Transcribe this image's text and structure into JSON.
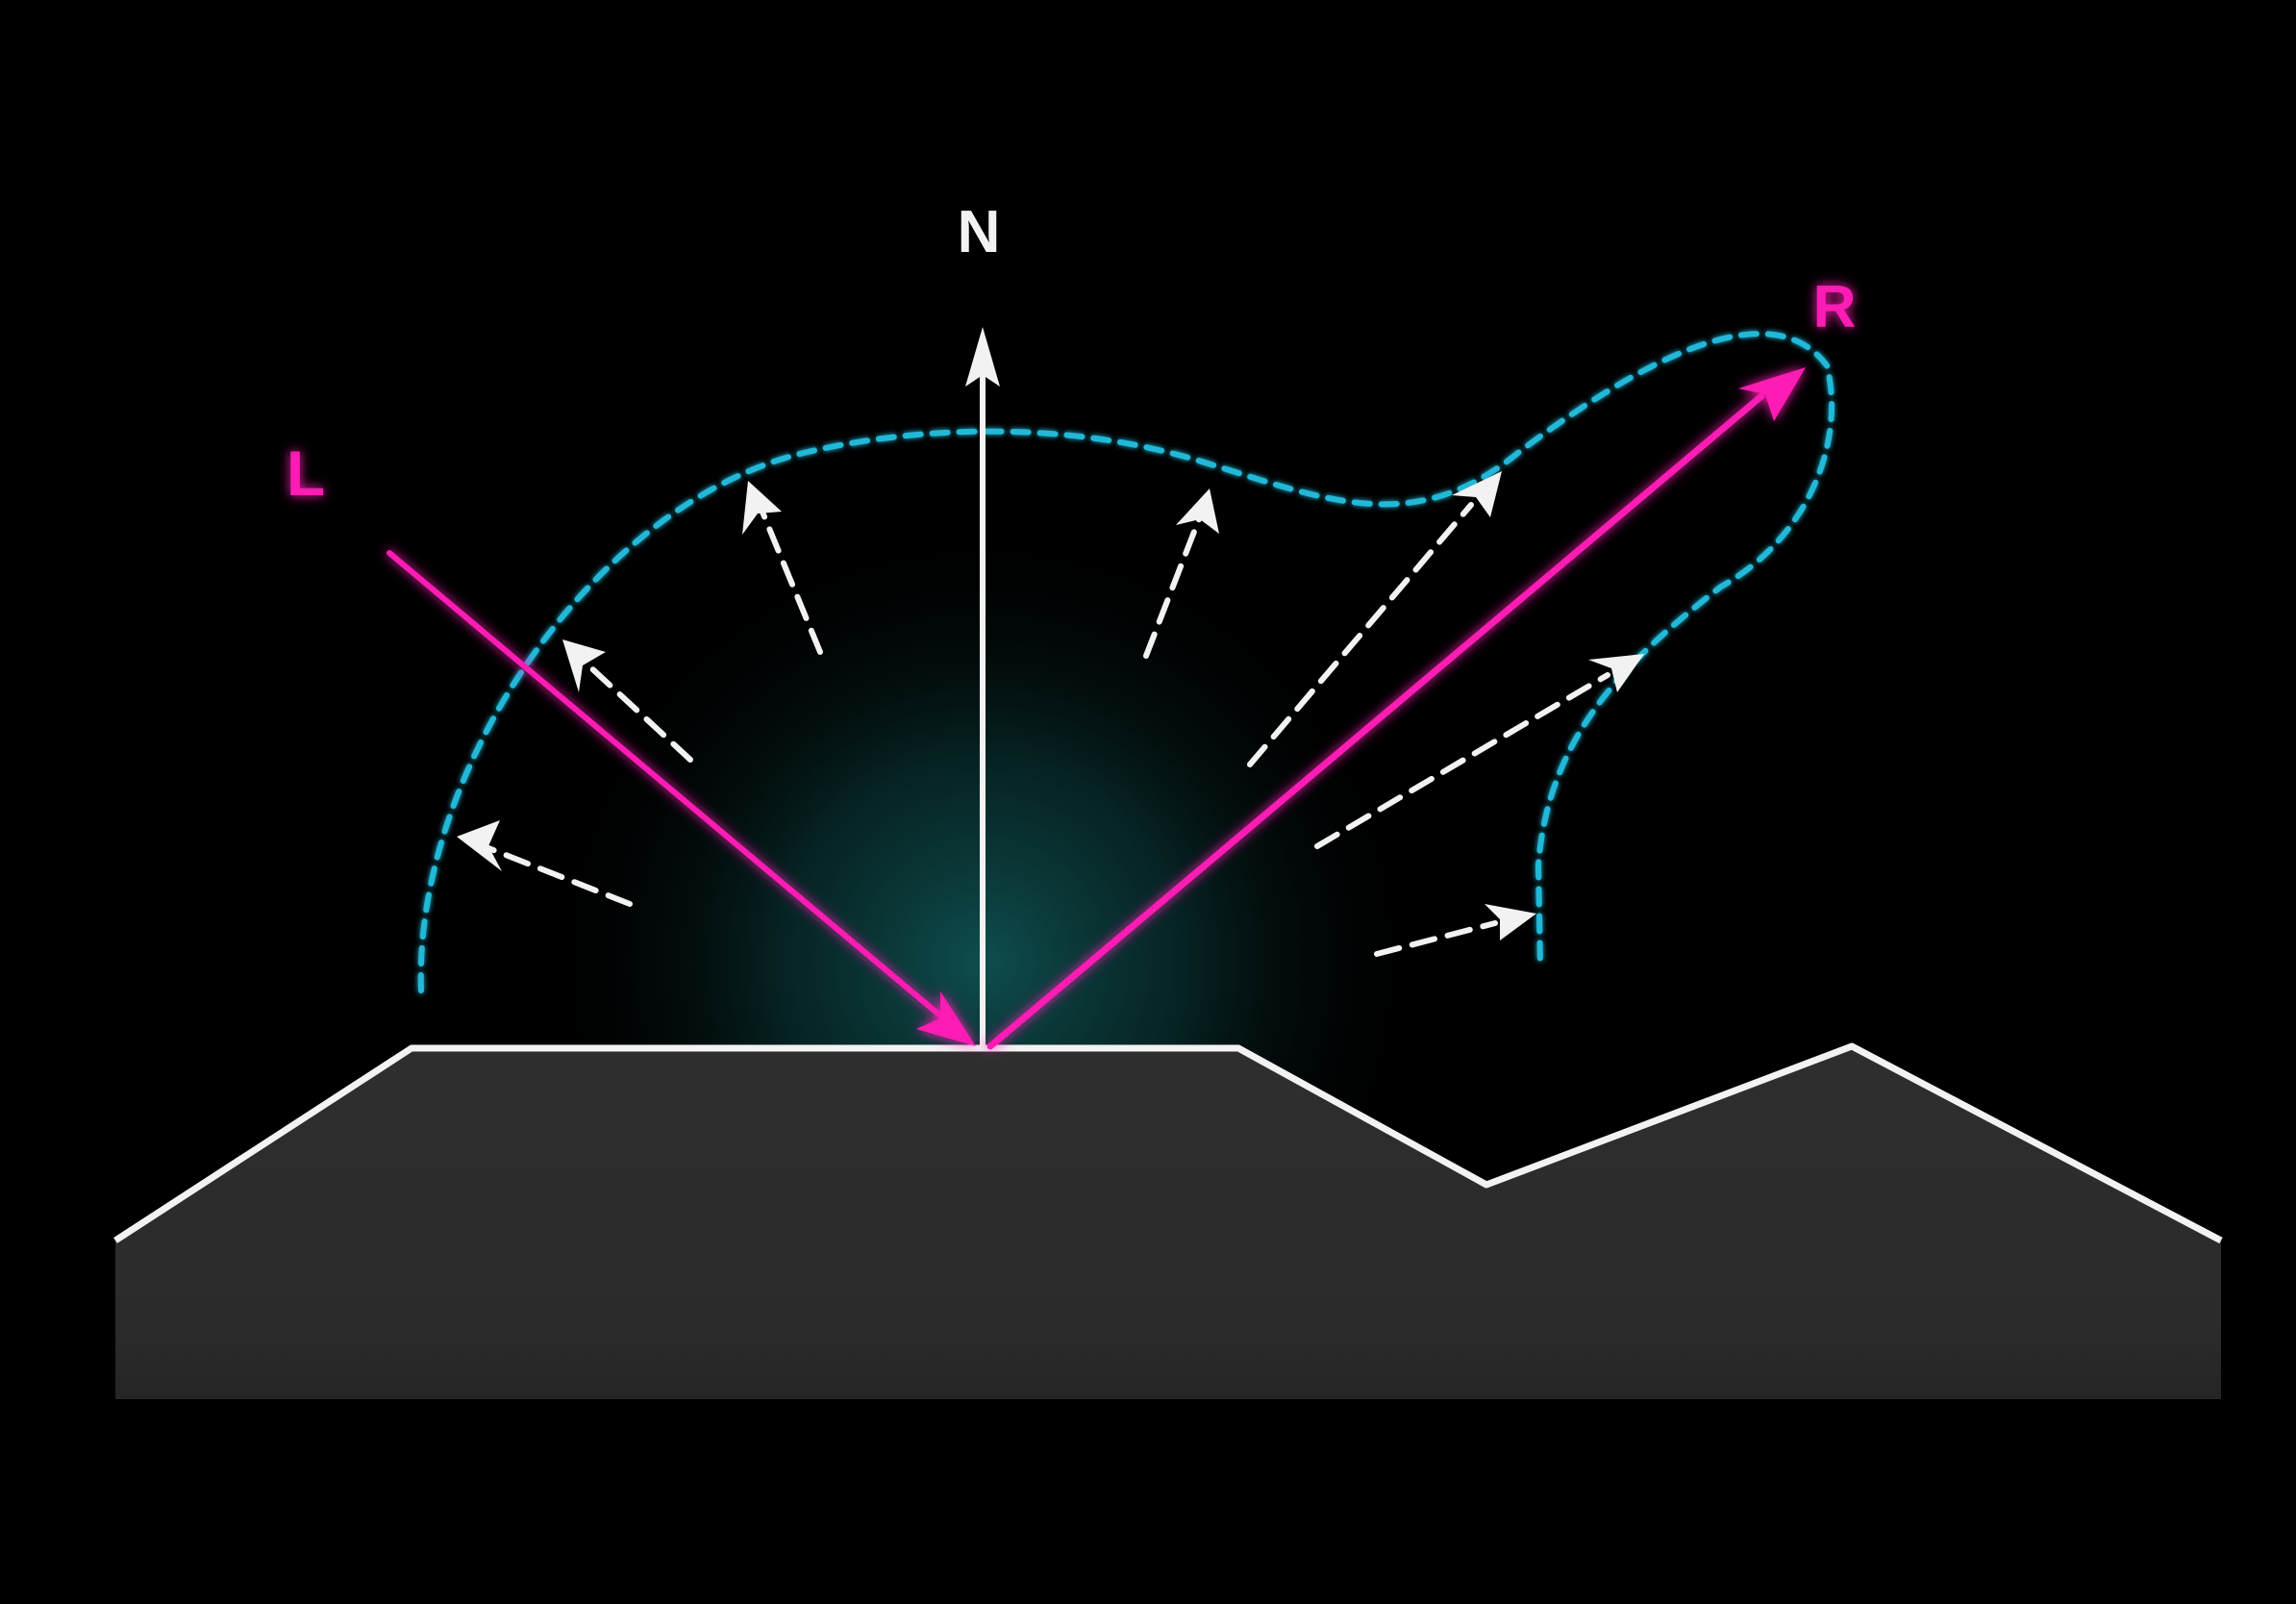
{
  "labels": {
    "normal": "N",
    "light": "L",
    "reflection": "R"
  },
  "colors": {
    "background": "#000000",
    "surface_fill": "#2c2c2c",
    "surface_edge": "#f2f2f2",
    "light_ray": "#ff1fb4",
    "lobe_outline": "#20b8d8",
    "scatter_arrow": "#f2f2f2",
    "glow": "#0f5252"
  }
}
